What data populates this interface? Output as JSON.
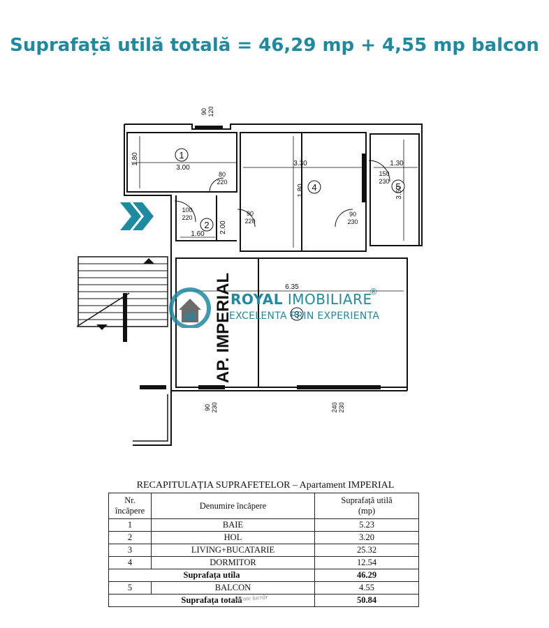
{
  "headline": "Suprafață utilă totală = 46,29 mp + 4,55 mp balcon",
  "plan": {
    "apartment_label": "AP. IMPERIAL",
    "rooms": [
      {
        "number": "1"
      },
      {
        "number": "2"
      },
      {
        "number": "3"
      },
      {
        "number": "4"
      },
      {
        "number": "5"
      }
    ],
    "dimensions": {
      "room1_width": "3.00",
      "room1_height": "1.80",
      "room2_width": "1.60",
      "room2_height": "2.00",
      "room4_width": "3.30",
      "room4_height": "1.80",
      "room5_width": "1.30",
      "room5_height": "3.50",
      "room3_width": "6.35"
    },
    "openings": {
      "top_window": [
        "90",
        "120"
      ],
      "bath_door": [
        "80",
        "220"
      ],
      "entry_door": [
        "100",
        "220"
      ],
      "hall_door": [
        "90",
        "220"
      ],
      "bedroom_door": [
        "90",
        "230"
      ],
      "balcony_door": [
        "150",
        "230"
      ],
      "bottom_window_left": [
        "90",
        "230"
      ],
      "bottom_window_right": [
        "240",
        "230"
      ]
    }
  },
  "watermark": {
    "brand_bold": "ROYAL",
    "brand_light": "IMOBILIARE",
    "registered": "®",
    "tagline": "EXCELENTA PRIN EXPERIENTA",
    "icon": "house-logo-icon"
  },
  "recap": {
    "title": "RECAPITULAȚIA SUPRAFETELOR – Apartament IMPERIAL",
    "headers": {
      "nr_line1": "Nr.",
      "nr_line2": "încăpere",
      "name": "Denumire încăpere",
      "area_line1": "Suprafață utilă",
      "area_line2": "(mp)"
    },
    "rows": [
      {
        "nr": "1",
        "name": "BAIE",
        "area": "5.23"
      },
      {
        "nr": "2",
        "name": "HOL",
        "area": "3.20"
      },
      {
        "nr": "3",
        "name": "LIVING+BUCATARIE",
        "area": "25.32"
      },
      {
        "nr": "4",
        "name": "DORMITOR",
        "area": "12.54"
      }
    ],
    "subtotal": {
      "label": "Suprafața utila",
      "area": "46.29"
    },
    "balcony": {
      "nr": "5",
      "name": "BALCON",
      "area": "4.55"
    },
    "total": {
      "label": "Suprafața totală",
      "area": "50.84"
    },
    "faint_note": "execute lucrăr"
  },
  "colors": {
    "accent": "#1e8aa2",
    "line": "#111111",
    "entry_arrow": "#1e8aa2"
  }
}
